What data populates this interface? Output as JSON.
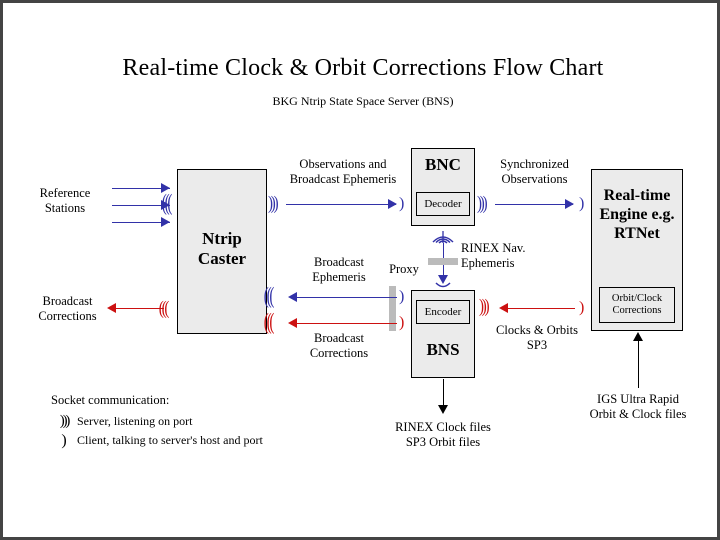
{
  "diagram": {
    "title": "Real-time Clock & Orbit Corrections Flow Chart",
    "subtitle": "BKG Ntrip State Space Server  (BNS)",
    "colors": {
      "blue": "#3232a8",
      "red": "#cc1111",
      "black": "#000000",
      "box_fill": "#ebebeb",
      "proxy_gray": "#bbbbbb",
      "frame": "#444444"
    }
  },
  "nodes": {
    "ntrip_caster": {
      "title": "Ntrip\nCaster"
    },
    "bnc": {
      "title": "BNC",
      "inner_label": "Decoder"
    },
    "bns": {
      "title": "BNS",
      "inner_label": "Encoder"
    },
    "rte": {
      "title": "Real-time\nEngine\ne.g. RTNet",
      "inner_label": "Orbit/Clock\nCorrections"
    }
  },
  "labels": {
    "reference_stations": "Reference\nStations",
    "broadcast_corrections_left": "Broadcast\nCorrections",
    "observations_and_broadcast_ephemeris": "Observations and\nBroadcast Ephemeris",
    "synchronized_observations": "Synchronized\nObservations",
    "rinex_nav_ephemeris": "RINEX Nav.\nEphemeris",
    "proxy": "Proxy",
    "broadcast_ephemeris": "Broadcast\nEphemeris",
    "broadcast_corrections_mid": "Broadcast\nCorrections",
    "clocks_and_orbits_sp3": "Clocks & Orbits\nSP3",
    "rinex_clock_sp3_files": "RINEX Clock files\nSP3 Orbit files",
    "igs_ultra_rapid": "IGS Ultra Rapid\nOrbit & Clock files"
  },
  "legend": {
    "heading": "Socket communication:",
    "items": [
      {
        "glyph": ")))",
        "text": "Server, listening on port"
      },
      {
        "glyph": ")",
        "text": "Client, talking to server's host and port"
      }
    ]
  },
  "glyphs": {
    "server": ")))",
    "client": ")"
  }
}
